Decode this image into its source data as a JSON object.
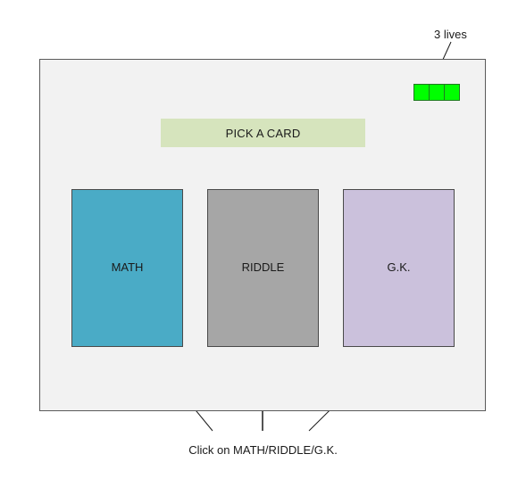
{
  "annotations": {
    "lives": "3 lives",
    "instruction": "Click on MATH/RIDDLE/G.K."
  },
  "screen": {
    "title": "PICK A CARD",
    "lives": {
      "count": 3,
      "color": "#00ff00"
    },
    "cards": [
      {
        "label": "MATH",
        "color": "#4aabc6"
      },
      {
        "label": "RIDDLE",
        "color": "#a6a6a6"
      },
      {
        "label": "G.K.",
        "color": "#cbc1dc"
      }
    ]
  }
}
